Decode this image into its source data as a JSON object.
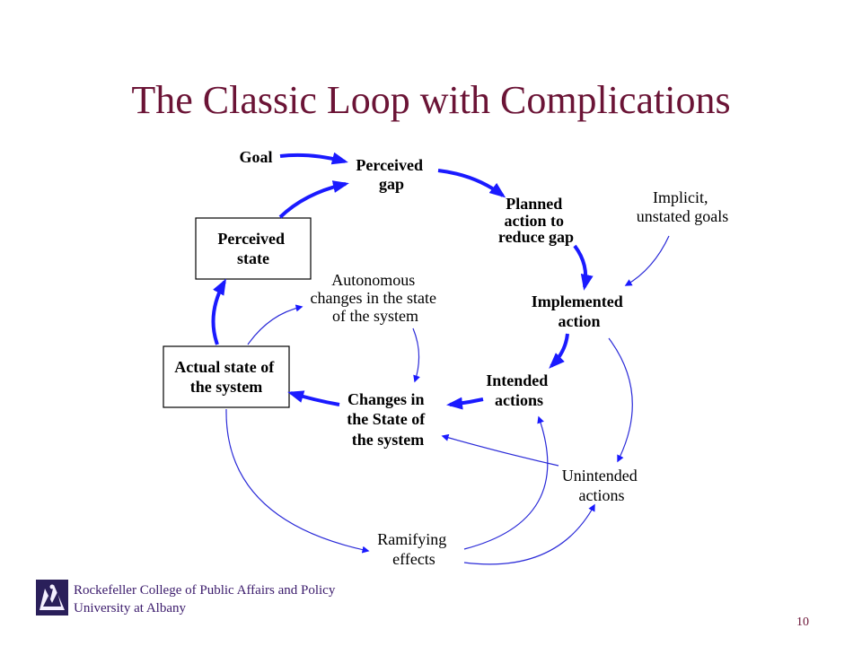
{
  "slide": {
    "title": "The Classic Loop with Complications",
    "footer_line1": "Rockefeller College of Public Affairs and Policy",
    "footer_line2": "University at Albany",
    "page_number": "10"
  },
  "nodes": {
    "goal": "Goal",
    "perceived_gap": [
      "Perceived",
      "gap"
    ],
    "planned_action": [
      "Planned",
      "action to",
      "reduce gap"
    ],
    "implicit_goals": [
      "Implicit,",
      "unstated goals"
    ],
    "perceived_state": [
      "Perceived",
      "state"
    ],
    "autonomous_changes": [
      "Autonomous",
      "changes in the state",
      "of the system"
    ],
    "implemented_action": [
      "Implemented",
      "action"
    ],
    "actual_state": [
      "Actual state of",
      "the system"
    ],
    "intended_actions": [
      "Intended",
      "actions"
    ],
    "changes_state": [
      "Changes in",
      "the State of",
      "the system"
    ],
    "unintended_actions": [
      "Unintended",
      "actions"
    ],
    "ramifying_effects": [
      "Ramifying",
      "effects"
    ]
  },
  "colors": {
    "title": "#6b1436",
    "footer": "#3a1a6b",
    "main_arrow": "#1a1aff",
    "thin_arrow": "#2a2ad8"
  }
}
